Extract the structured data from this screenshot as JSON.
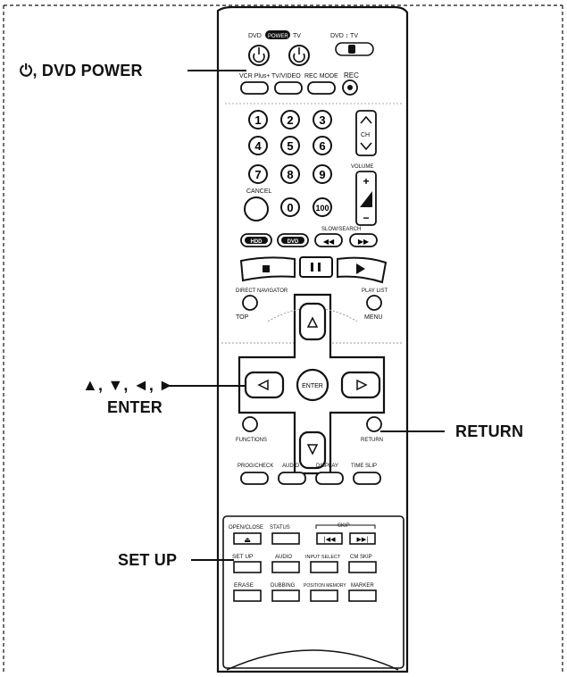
{
  "callouts": {
    "power": "⏻, DVD POWER",
    "arrows": "▲, ▼, ◄, ►",
    "enter": "ENTER",
    "return": "RETURN",
    "setup": "SET UP"
  },
  "remote": {
    "top": {
      "dvd": "DVD",
      "power_badge": "POWER",
      "tv": "TV",
      "switch_label": "DVD ↕ TV"
    },
    "row1": [
      "VCR Plus+",
      "TV/VIDEO",
      "REC MODE",
      "REC"
    ],
    "numbers": [
      "1",
      "2",
      "3",
      "4",
      "5",
      "6",
      "7",
      "8",
      "9",
      "0",
      "100"
    ],
    "ch": "CH",
    "volume": "VOLUME",
    "cancel": "CANCEL",
    "hdd": "HDD",
    "dvd_btn": "DVD",
    "slow_search": "SLOW/SEARCH",
    "direct_navigator": "DIRECT NAVIGATOR",
    "top_label": "TOP",
    "play_list": "PLAY LIST",
    "menu": "MENU",
    "enter_btn": "ENTER",
    "functions": "FUNCTIONS",
    "return_btn": "RETURN",
    "row_b": [
      "PROG/CHECK",
      "AUDIO",
      "DISPLAY",
      "TIME SLIP"
    ],
    "panel": {
      "open_close": "OPEN/CLOSE",
      "status": "STATUS",
      "skip": "SKIP",
      "row2": [
        "SET UP",
        "AUDIO",
        "INPUT SELECT",
        "CM SKIP"
      ],
      "row3": [
        "ERASE",
        "DUBBING",
        "POSITION MEMORY",
        "MARKER"
      ]
    }
  }
}
